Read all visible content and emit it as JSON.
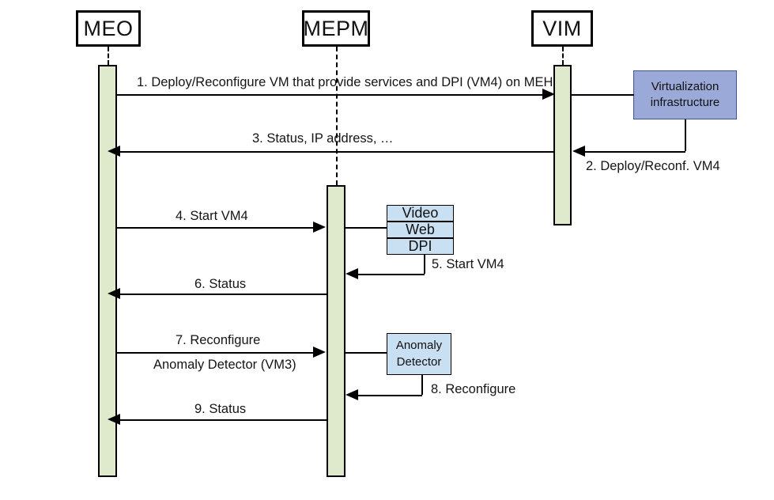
{
  "diagram": {
    "title": "MEC VM deploy and reconfigure sequence diagram",
    "type": "uml-sequence-diagram",
    "colors": {
      "activation_fill": "#dfeacd",
      "activation_border": "#000000",
      "infrastructure_fill": "#9aa9d8",
      "service_box_fill": "#c9e0f2",
      "line": "#000000",
      "text": "#151515",
      "background": "#ffffff"
    }
  },
  "participants": [
    {
      "id": "meo",
      "label": "MEO"
    },
    {
      "id": "mepm",
      "label": "MEPM"
    },
    {
      "id": "vim",
      "label": "VIM"
    }
  ],
  "objects": {
    "virtualization_infrastructure": {
      "label": "Virtualization infrastructure"
    },
    "service_stack": [
      {
        "label": "Video"
      },
      {
        "label": "Web"
      },
      {
        "label": "DPI"
      }
    ],
    "anomaly_detector": {
      "label": "Anomaly Detector"
    }
  },
  "messages": [
    {
      "number": "1",
      "label": "1. Deploy/Reconfigure VM that provide services and DPI (VM4) on MEH",
      "from": "meo",
      "to": "vim",
      "direction": "right"
    },
    {
      "number": "2",
      "label": "2. Deploy/Reconf. VM4",
      "from": "virtualization_infrastructure",
      "to": "vim",
      "direction": "left"
    },
    {
      "number": "3",
      "label": "3. Status, IP address,  …",
      "from": "vim",
      "to": "meo",
      "direction": "left"
    },
    {
      "number": "4",
      "label": "4. Start VM4",
      "from": "meo",
      "to": "mepm",
      "direction": "right"
    },
    {
      "number": "5",
      "label": "5. Start VM4",
      "from": "service_stack",
      "to": "mepm",
      "direction": "left"
    },
    {
      "number": "6",
      "label": "6. Status",
      "from": "mepm",
      "to": "meo",
      "direction": "left"
    },
    {
      "number": "7",
      "label": "7. Reconfigure",
      "label_line2": "Anomaly Detector (VM3)",
      "from": "meo",
      "to": "mepm",
      "direction": "right"
    },
    {
      "number": "8",
      "label": "8. Reconfigure",
      "from": "anomaly_detector",
      "to": "mepm",
      "direction": "left"
    },
    {
      "number": "9",
      "label": "9. Status",
      "from": "mepm",
      "to": "meo",
      "direction": "left"
    }
  ]
}
